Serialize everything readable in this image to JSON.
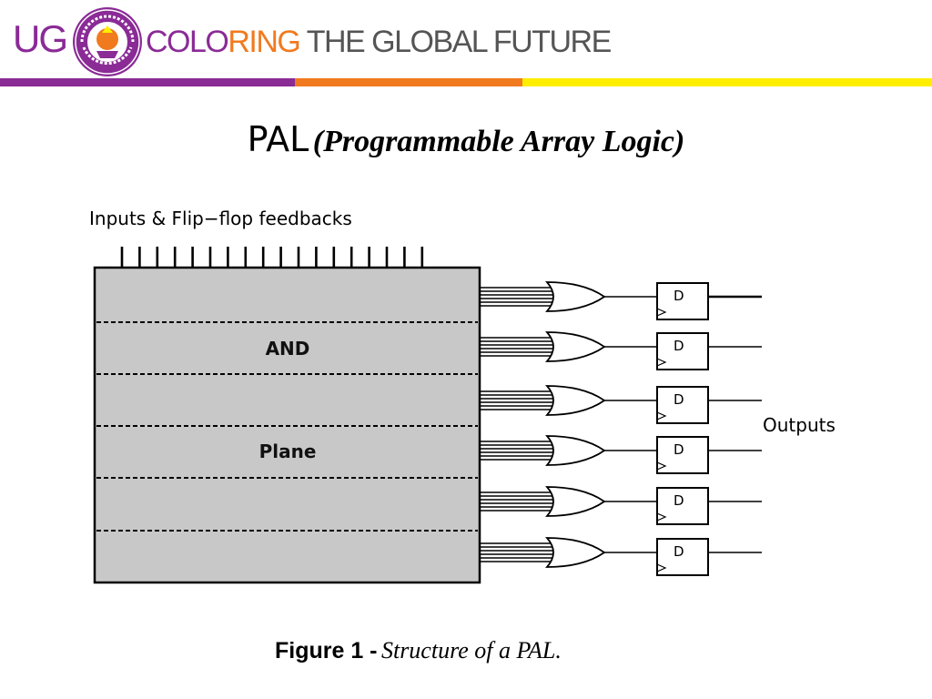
{
  "header": {
    "logo_text": "UG",
    "seal_text": "UNIVERSITAS GUNADARMA",
    "tagline_part1": "COLO",
    "tagline_part2": "RING",
    "tagline_part3": " THE GLOBAL FUTURE",
    "colors": {
      "purple": "#8a2b96",
      "orange": "#f17a1f",
      "yellow": "#ffee00",
      "gray": "#555555"
    }
  },
  "slide": {
    "title_main": "PAL",
    "title_sub": "(Programmable Array Logic)"
  },
  "diagram": {
    "inputs_label": "Inputs & Flip−flop feedbacks",
    "plane_labels": [
      "AND",
      "Plane"
    ],
    "gate_count": 6,
    "flipflop_label": "D",
    "outputs_label": "Outputs",
    "colors": {
      "plane_fill": "#c8c8c8",
      "stroke": "#000000"
    }
  },
  "caption": {
    "label": "Figure 1 -",
    "text": "Structure of a PAL."
  }
}
